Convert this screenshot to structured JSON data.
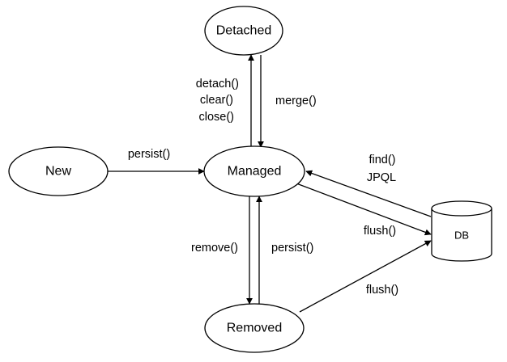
{
  "nodes": {
    "detached": "Detached",
    "new": "New",
    "managed": "Managed",
    "removed": "Removed",
    "db": "DB"
  },
  "edges": {
    "managed_to_detached": [
      "detach()",
      "clear()",
      "close()"
    ],
    "detached_to_managed": "merge()",
    "new_to_managed": "persist()",
    "db_to_managed": [
      "find()",
      "JPQL"
    ],
    "managed_to_db": "flush()",
    "managed_to_removed": "remove()",
    "removed_to_managed": "persist()",
    "removed_to_db": "flush()"
  },
  "colors": {
    "stroke": "#000000",
    "fill": "#ffffff"
  }
}
